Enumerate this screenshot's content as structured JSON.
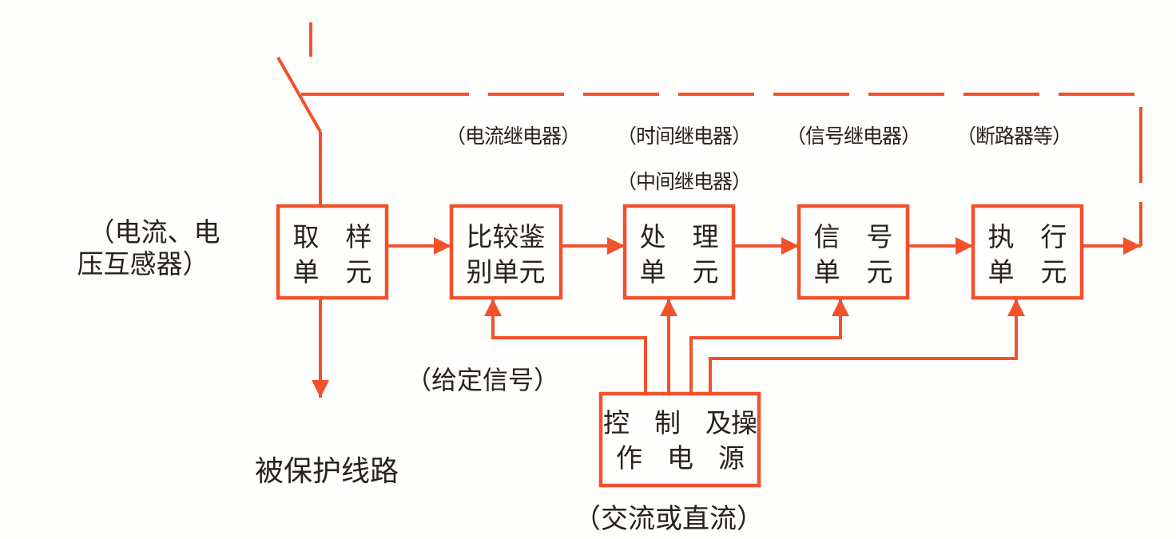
{
  "colors": {
    "line": "#F2512A",
    "text": "#28211E",
    "background": "#FEFEFD"
  },
  "units": {
    "sampling": {
      "line1": "取　样",
      "line2": "单　元"
    },
    "comparison": {
      "line1": "比较鉴",
      "line2": "别单元"
    },
    "processing": {
      "line1": "处　理",
      "line2": "单　元"
    },
    "signal": {
      "line1": "信　号",
      "line2": "单　元"
    },
    "execution": {
      "line1": "执　行",
      "line2": "单　元"
    },
    "power": {
      "line1": "控　制　及操",
      "line2": "作　电　源"
    }
  },
  "annotations": {
    "transformers_line1": "（电流、电",
    "transformers_line2": "压互感器）",
    "current_relay": "（电流继电器）",
    "time_relay": "（时间继电器）",
    "intermediate_relay": "（中间继电器）",
    "signal_relay": "（信号继电器）",
    "circuit_breaker": "（断路器等）",
    "given_signal": "（给定信号）",
    "protected_line": "被保护线路",
    "ac_or_dc": "（交流或直流）"
  }
}
